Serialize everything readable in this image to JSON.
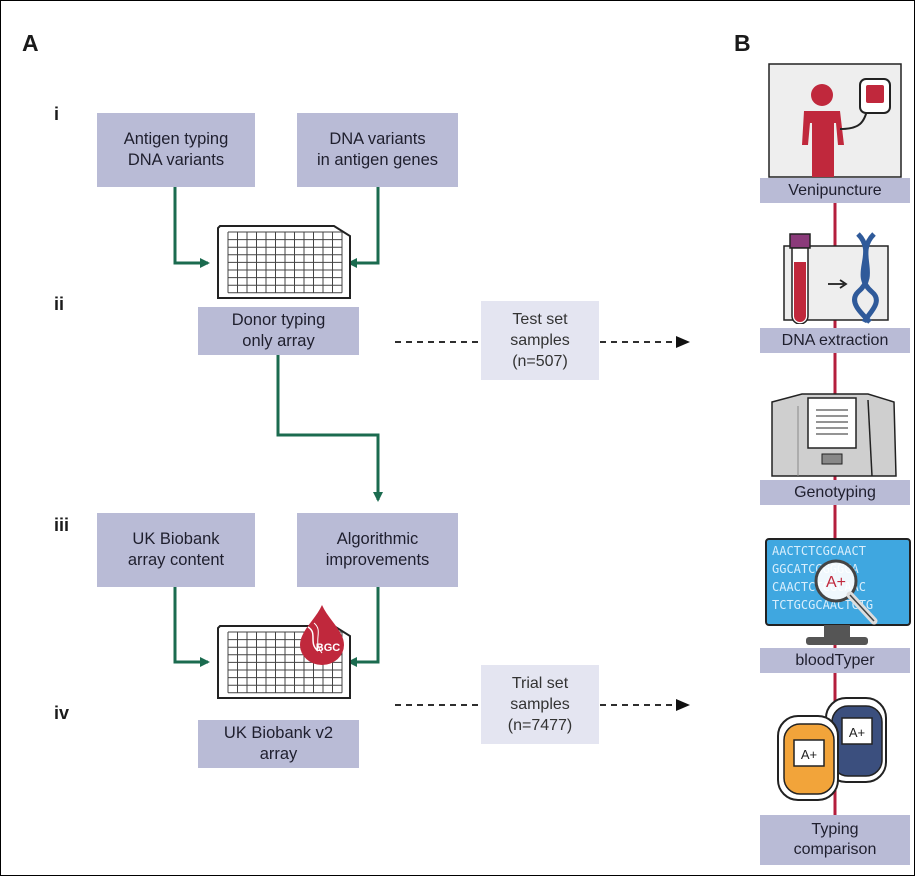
{
  "panels": {
    "a": "A",
    "b": "B"
  },
  "steps": {
    "i": "i",
    "ii": "ii",
    "iii": "iii",
    "iv": "iv"
  },
  "boxes": {
    "antigen_typing": "Antigen typing\nDNA variants",
    "dna_variants": "DNA variants\nin antigen genes",
    "donor_typing": "Donor typing\nonly array",
    "uk_biobank_content": "UK Biobank\narray content",
    "algorithmic": "Algorithmic\nimprovements",
    "uk_biobank_v2": "UK Biobank v2\narray"
  },
  "samples": {
    "test": "Test set\nsamples\n(n=507)",
    "trial": "Trial set\nsamples\n(n=7477)"
  },
  "workflow": {
    "venipuncture": "Venipuncture",
    "dna_extraction": "DNA extraction",
    "genotyping": "Genotyping",
    "bloodtyper": "bloodTyper",
    "typing_comparison": "Typing\ncomparison"
  },
  "logo_text": "BGC",
  "blood_type_label": "A+",
  "sequence_lines": [
    "AACTCTCGCAACT",
    "GGCATCGGGGCA",
    "CAACTCTCGCAAC",
    "TCTGCGCAACTCTG"
  ],
  "colors": {
    "box": "#b9bbd6",
    "sample_box": "#e4e5f1",
    "arrow_green": "#1b6b4f",
    "timeline_red": "#b41e3c",
    "blood_red": "#c0283c",
    "dna_blue": "#2f5a9a"
  }
}
